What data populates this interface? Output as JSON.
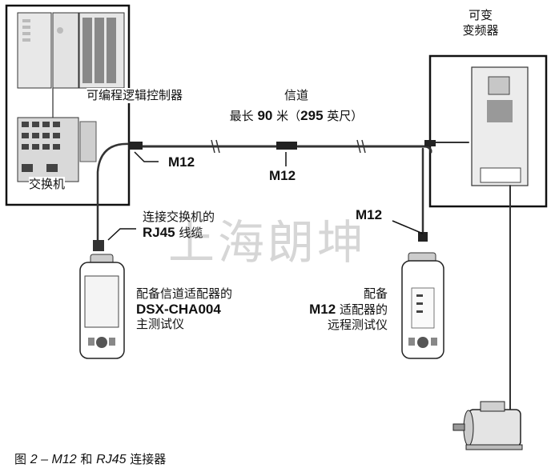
{
  "labels": {
    "vfd_line1": "可变",
    "vfd_line2": "变频器",
    "plc": "可编程逻辑控制器",
    "channel": "信道",
    "max_len_prefix": "最长 ",
    "max_len_m": "90",
    "max_len_mid": " 米（",
    "max_len_ft": "295",
    "max_len_suffix": " 英尺）",
    "m12_left": "M12",
    "m12_center": "M12",
    "m12_right": "M12",
    "switch": "交换机",
    "rj45_line1": "连接交换机的",
    "rj45_b": "RJ45",
    "rj45_rest": " 线缆",
    "main_line1": "配备信道适配器的",
    "main_line2": "DSX-CHA004",
    "main_line3": "主测试仪",
    "remote_line1": "配备",
    "remote_b": "M12",
    "remote_rest": " 适配器的",
    "remote_line3": "远程测试仪"
  },
  "watermark": "上海朗坤",
  "caption": {
    "prefix": "图 ",
    "num": "2",
    "dash": " – ",
    "m12": "M12",
    "mid": " 和 ",
    "rj45": "RJ45",
    "suffix": " 连接器"
  }
}
